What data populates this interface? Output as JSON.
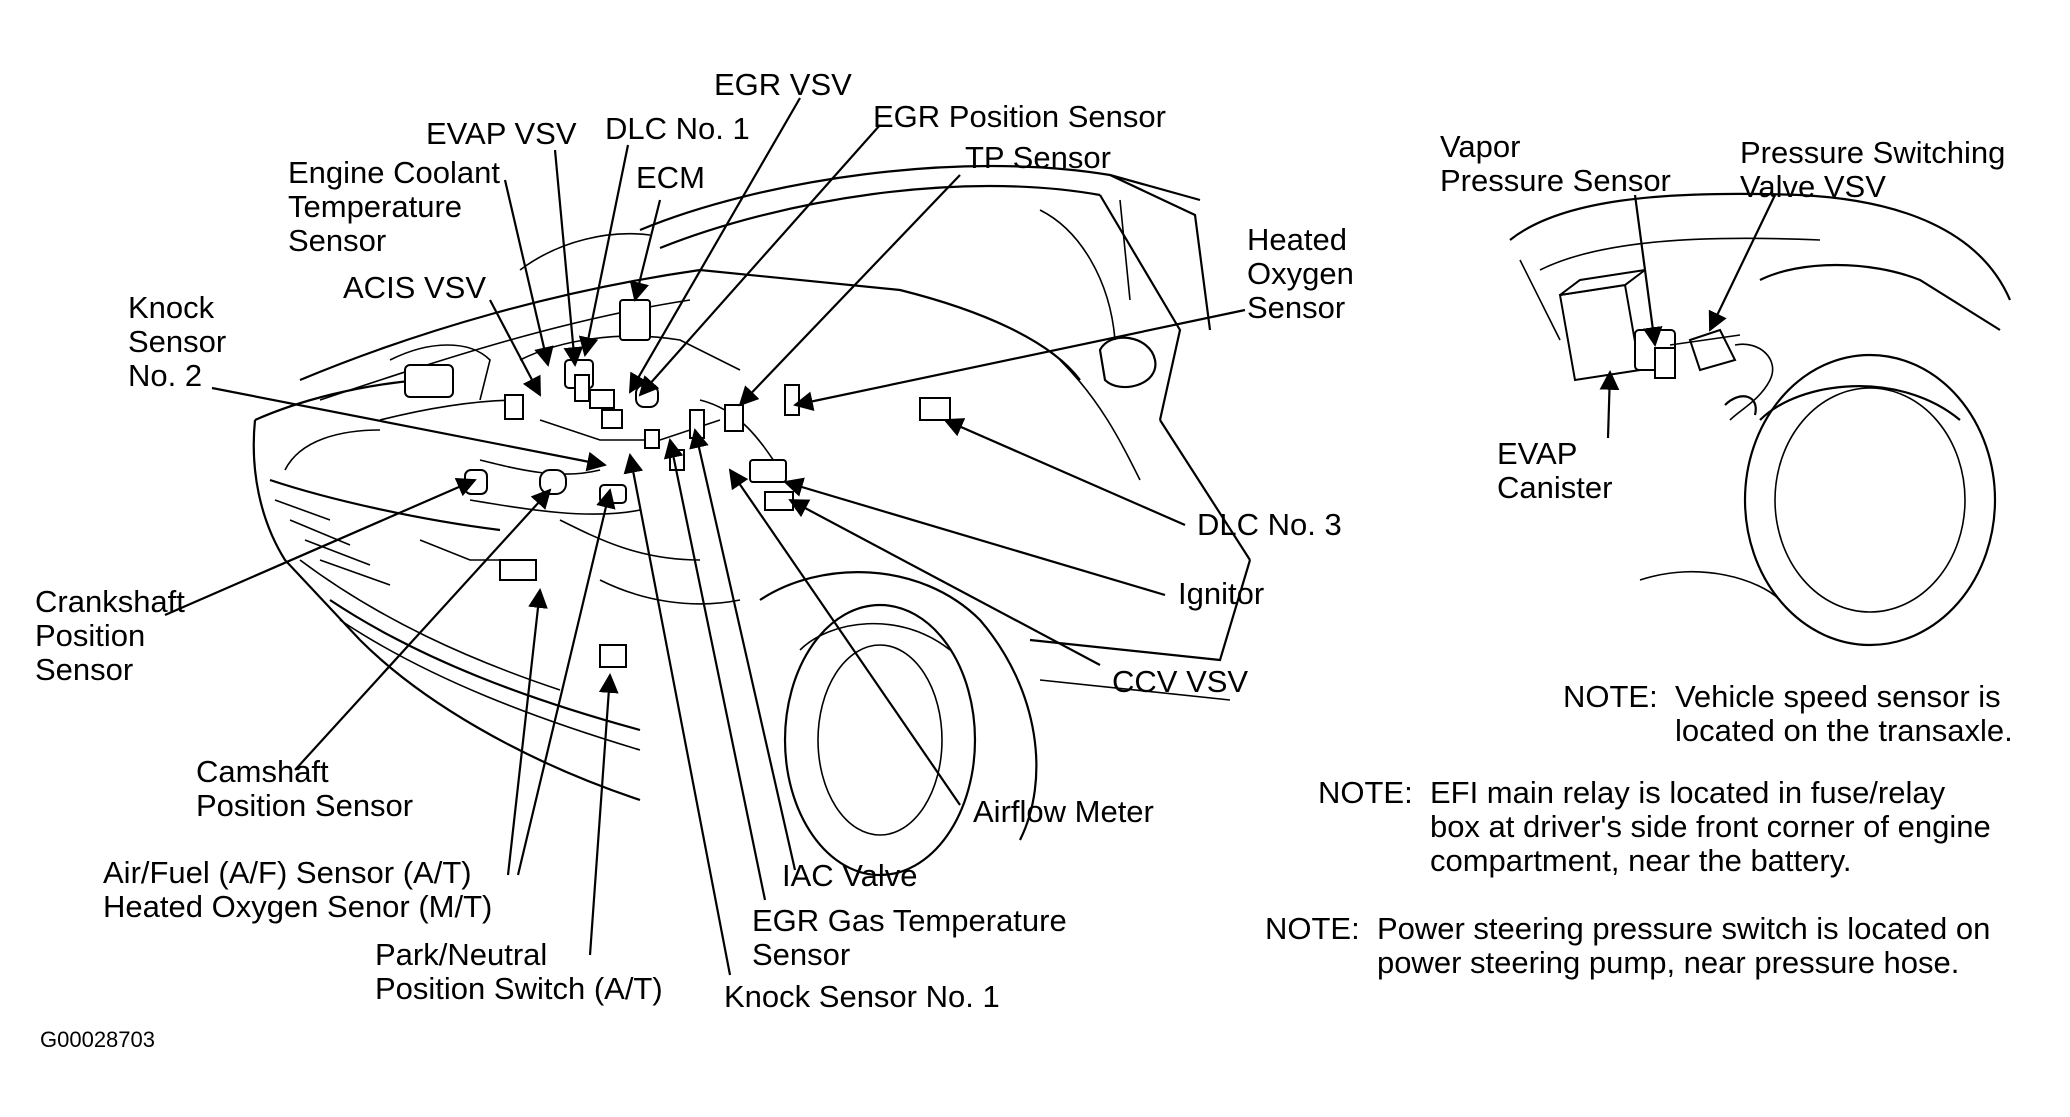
{
  "figure_id": "G00028703",
  "labels": {
    "egr_vsv": "EGR VSV",
    "egr_position_sensor": "EGR Position Sensor",
    "evap_vsv": "EVAP VSV",
    "dlc_no1": "DLC No. 1",
    "tp_sensor": "TP Sensor",
    "engine_coolant_temp": "Engine Coolant\nTemperature\nSensor",
    "ecm": "ECM",
    "acis_vsv": "ACIS VSV",
    "heated_oxygen_sensor": "Heated\nOxygen\nSensor",
    "knock_sensor_no2": "Knock\nSensor\nNo. 2",
    "crankshaft_position_sensor": "Crankshaft\nPosition\nSensor",
    "dlc_no3": "DLC No. 3",
    "ignitor": "Ignitor",
    "ccv_vsv": "CCV VSV",
    "camshaft_position_sensor": "Camshaft\nPosition Sensor",
    "airflow_meter": "Airflow Meter",
    "af_sensor": "Air/Fuel (A/F) Sensor (A/T)\nHeated Oxygen Senor (M/T)",
    "iac_valve": "IAC Valve",
    "egr_gas_temp_sensor": "EGR Gas Temperature\nSensor",
    "park_neutral_switch": "Park/Neutral\nPosition Switch (A/T)",
    "knock_sensor_no1": "Knock Sensor No. 1",
    "vapor_pressure_sensor": "Vapor\nPressure Sensor",
    "pressure_switching_valve": "Pressure Switching\nValve VSV",
    "evap_canister": "EVAP\nCanister"
  },
  "notes": [
    {
      "prefix": "NOTE:  ",
      "text": "Vehicle speed sensor is\nlocated on the transaxle."
    },
    {
      "prefix": "NOTE:  ",
      "text": "EFI main relay is located in fuse/relay\nbox at driver's side front corner of engine\ncompartment, near the battery."
    },
    {
      "prefix": "NOTE:  ",
      "text": "Power steering pressure switch is located on\npower steering pump, near pressure hose."
    }
  ]
}
